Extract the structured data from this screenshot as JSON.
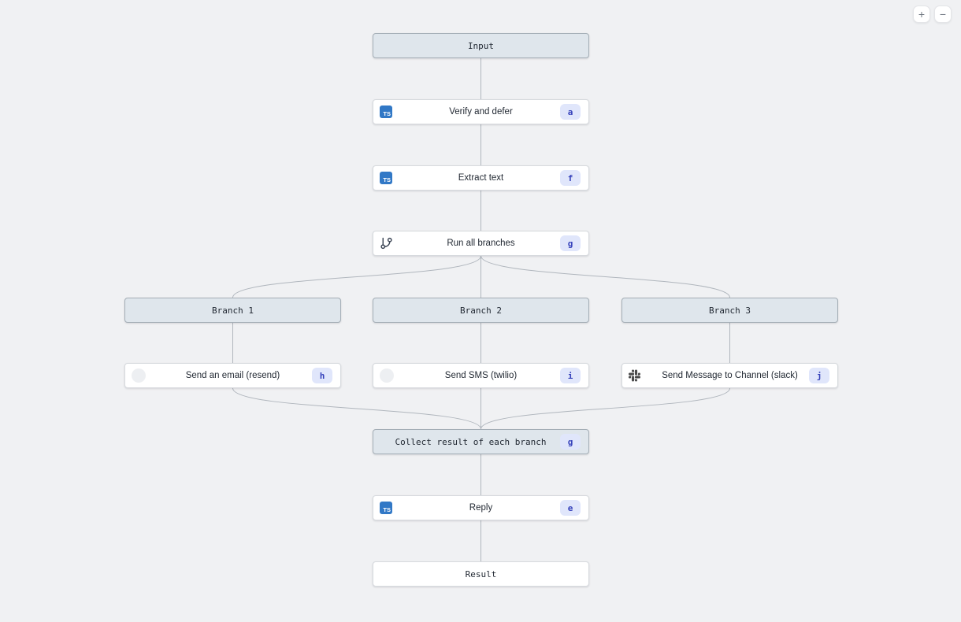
{
  "colors": {
    "background": "#f0f1f3",
    "edge": "#b0b6bd",
    "label_node_bg": "#dfe6ec",
    "label_node_border": "#a4aeb6",
    "task_node_bg": "#ffffff",
    "task_node_border": "#d7dade",
    "badge_bg": "#e0e6fb",
    "badge_text": "#3642bb",
    "typescript_blue": "#3178c6",
    "slack_icon_gray": "#4b4b4b",
    "text": "#222933"
  },
  "controls": {
    "zoom_in": "+",
    "zoom_out": "−"
  },
  "nodes": [
    {
      "id": "input",
      "kind": "label",
      "label": "Input"
    },
    {
      "id": "verify-and-defer",
      "kind": "task",
      "icon": "typescript-icon",
      "label": "Verify and defer",
      "badge": "a"
    },
    {
      "id": "extract-text",
      "kind": "task",
      "icon": "typescript-icon",
      "label": "Extract text",
      "badge": "f"
    },
    {
      "id": "run-all-branches",
      "kind": "task",
      "icon": "git-branch-icon",
      "label": "Run all branches",
      "badge": "g"
    },
    {
      "id": "branch-1",
      "kind": "label",
      "label": "Branch 1"
    },
    {
      "id": "branch-2",
      "kind": "label",
      "label": "Branch 2"
    },
    {
      "id": "branch-3",
      "kind": "label",
      "label": "Branch 3"
    },
    {
      "id": "send-email",
      "kind": "task",
      "icon": "placeholder-circle-icon",
      "label": "Send an email (resend)",
      "badge": "h"
    },
    {
      "id": "send-sms",
      "kind": "task",
      "icon": "placeholder-circle-icon",
      "label": "Send SMS (twilio)",
      "badge": "i"
    },
    {
      "id": "send-slack",
      "kind": "task",
      "icon": "slack-icon",
      "label": "Send Message to Channel (slack)",
      "badge": "j"
    },
    {
      "id": "collect-result",
      "kind": "label",
      "label": "Collect result of each branch",
      "badge": "g"
    },
    {
      "id": "reply",
      "kind": "task",
      "icon": "typescript-icon",
      "label": "Reply",
      "badge": "e"
    },
    {
      "id": "result",
      "kind": "plain",
      "label": "Result"
    }
  ],
  "edges": [
    {
      "from": "input",
      "to": "verify-and-defer"
    },
    {
      "from": "verify-and-defer",
      "to": "extract-text"
    },
    {
      "from": "extract-text",
      "to": "run-all-branches"
    },
    {
      "from": "run-all-branches",
      "to": "branch-1"
    },
    {
      "from": "run-all-branches",
      "to": "branch-2"
    },
    {
      "from": "run-all-branches",
      "to": "branch-3"
    },
    {
      "from": "branch-1",
      "to": "send-email"
    },
    {
      "from": "branch-2",
      "to": "send-sms"
    },
    {
      "from": "branch-3",
      "to": "send-slack"
    },
    {
      "from": "send-email",
      "to": "collect-result"
    },
    {
      "from": "send-sms",
      "to": "collect-result"
    },
    {
      "from": "send-slack",
      "to": "collect-result"
    },
    {
      "from": "collect-result",
      "to": "reply"
    },
    {
      "from": "reply",
      "to": "result"
    }
  ]
}
